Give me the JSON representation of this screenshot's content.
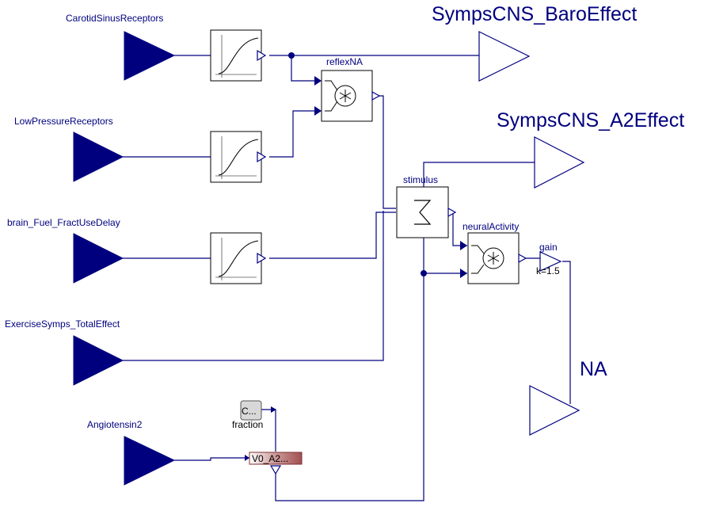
{
  "inputs": {
    "carotid": "CarotidSinusReceptors",
    "lowpressure": "LowPressureReceptors",
    "brainfuel": "brain_Fuel_FractUseDelay",
    "exercise": "ExerciseSymps_TotalEffect",
    "angiotensin": "Angiotensin2"
  },
  "outputs": {
    "baro": "SympsCNS_BaroEffect",
    "a2": "SympsCNS_A2Effect",
    "na": "NA"
  },
  "blocks": {
    "reflex": "reflexNA",
    "stimulus": "stimulus",
    "neural": "neuralActivity",
    "gain": "gain",
    "gain_param": "k=1.5",
    "const_text": "C...",
    "fraction": "fraction",
    "a2_block": "V0_A2..."
  },
  "colors": {
    "connector": "#00007f",
    "block_border": "#000000",
    "a2_block_fill": "#a05050"
  }
}
